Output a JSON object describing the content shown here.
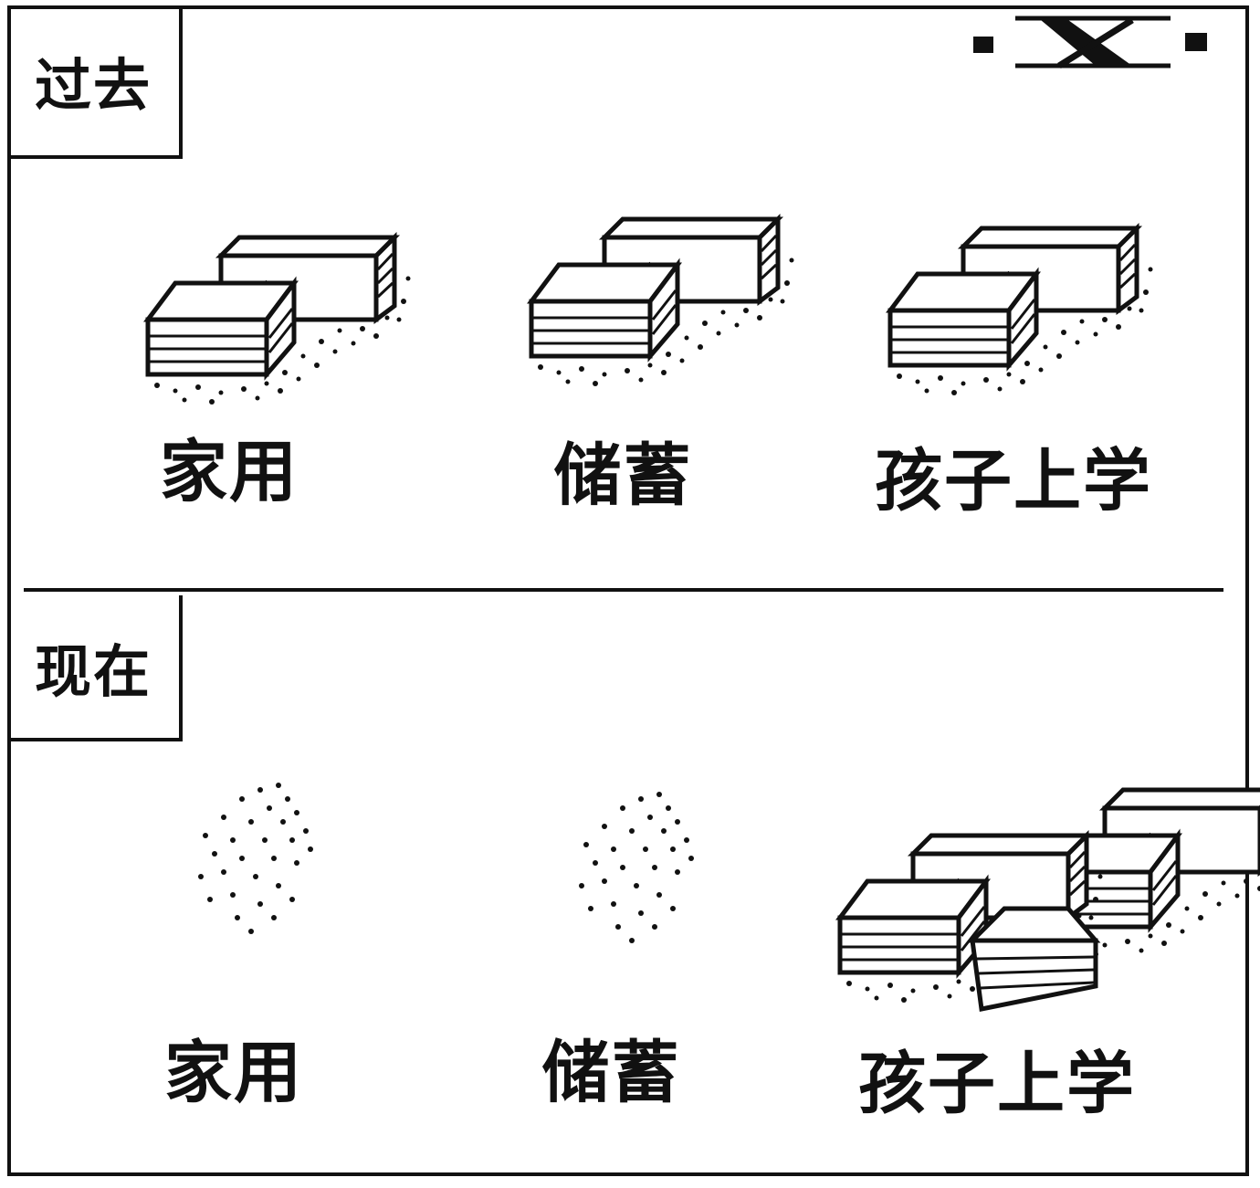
{
  "past": {
    "label": "过去",
    "items": [
      {
        "label": "家用",
        "money": "full"
      },
      {
        "label": "储蓄",
        "money": "full"
      },
      {
        "label": "孩子上学",
        "money": "full"
      }
    ]
  },
  "now": {
    "label": "现在",
    "items": [
      {
        "label": "家用",
        "money": "empty"
      },
      {
        "label": "储蓄",
        "money": "empty"
      },
      {
        "label": "孩子上学",
        "money": "large-pile"
      }
    ]
  },
  "colors": {
    "ink": "#111111",
    "paper": "#ffffff"
  }
}
